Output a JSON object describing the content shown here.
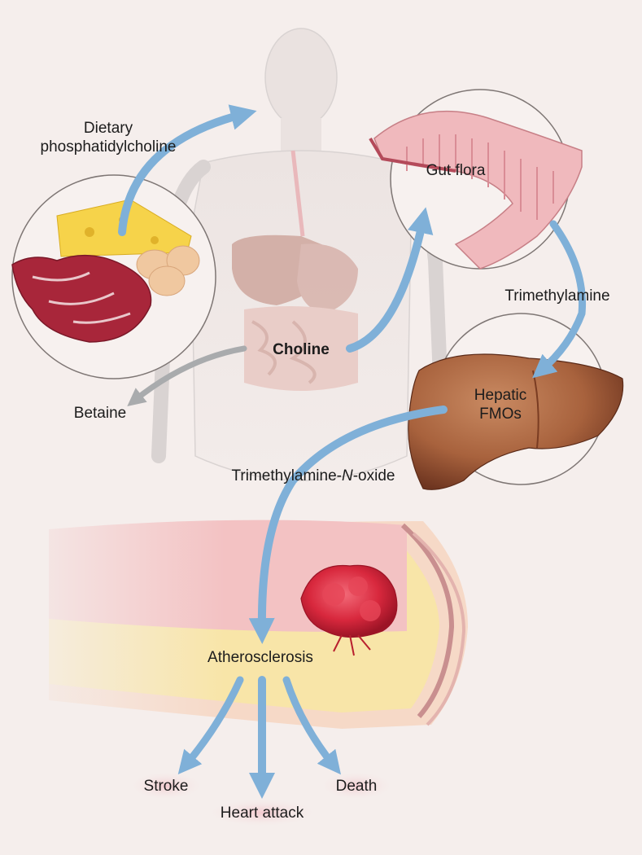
{
  "labels": {
    "dietary_line1": "Dietary",
    "dietary_line2": "phosphatidylcholine",
    "gut_flora": "Gut flora",
    "trimethylamine": "Trimethylamine",
    "choline": "Choline",
    "betaine": "Betaine",
    "hepatic_line1": "Hepatic",
    "hepatic_line2": "FMOs",
    "tmao_prefix": "Trimethylamine-",
    "tmao_italic": "N",
    "tmao_suffix": "-oxide",
    "atherosclerosis": "Atherosclerosis",
    "stroke": "Stroke",
    "heart_attack": "Heart attack",
    "death": "Death"
  },
  "colors": {
    "background": "#f5eeec",
    "arrow_blue": "#7fb0d8",
    "arrow_gray": "#a9abad",
    "liver": "#a8623d",
    "plaque": "#d8283d",
    "gut_pink": "#f0b9bd",
    "meat_red": "#a8263a",
    "cheese": "#f6d34a",
    "egg": "#f0c8a0",
    "body_outline": "#d9d3d2"
  },
  "icons": [
    "human-body-figure",
    "food-circle",
    "gut-flora-circle",
    "liver-circle",
    "artery-illustration"
  ]
}
